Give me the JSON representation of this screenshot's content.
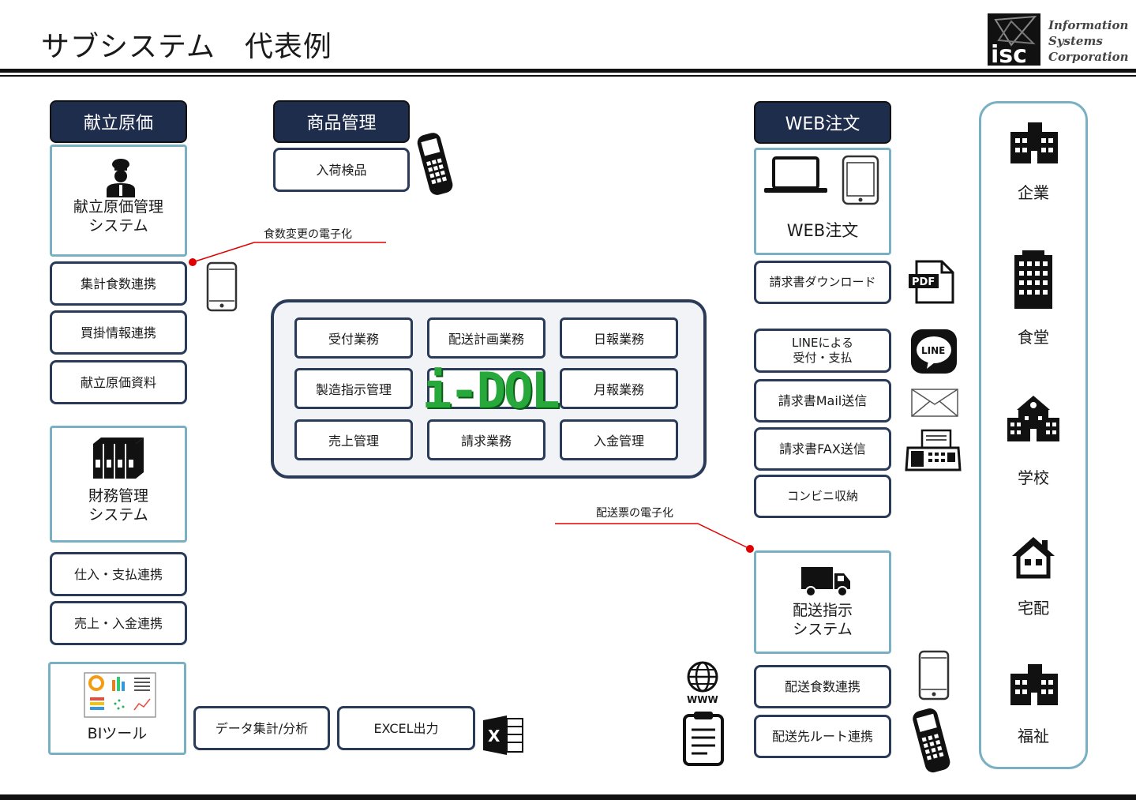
{
  "header": {
    "title": "サブシステム　代表例",
    "logo_lines": [
      "Information",
      "Systems",
      "Corporation"
    ],
    "logo_mark": "isc"
  },
  "kondate": {
    "header": "献立原価",
    "system_label": [
      "献立原価管理",
      "システム"
    ],
    "items": [
      "集計食数連携",
      "買掛情報連携",
      "献立原価資料"
    ]
  },
  "zaimu": {
    "system_label": [
      "財務管理",
      "システム"
    ],
    "items": [
      "仕入・支払連携",
      "売上・入金連携"
    ]
  },
  "bi": {
    "label": "BIツール",
    "items": [
      "データ集計/分析",
      "EXCEL出力"
    ]
  },
  "shohin": {
    "header": "商品管理",
    "items": [
      "入荷検品"
    ]
  },
  "core": {
    "logo": "i-DOL",
    "items": [
      "受付業務",
      "配送計画業務",
      "日報業務",
      "製造指示管理",
      "",
      "月報業務",
      "売上管理",
      "請求業務",
      "入金管理"
    ]
  },
  "web": {
    "header": "WEB注文",
    "panel_label": "WEB注文",
    "items": [
      "請求書ダウンロード",
      "LINEによる",
      "受付・支払",
      "請求書Mail送信",
      "請求書FAX送信",
      "コンビニ収納"
    ]
  },
  "haiso": {
    "system_label": [
      "配送指示",
      "システム"
    ],
    "items": [
      "配送食数連携",
      "配送先ルート連携"
    ]
  },
  "notes": {
    "shokusu": "食数変更の電子化",
    "haisohyo": "配送票の電子化"
  },
  "categories": [
    "企業",
    "食堂",
    "学校",
    "宅配",
    "福祉"
  ],
  "icons": {
    "pdf": "PDF",
    "line": "LINE",
    "www": "WWW",
    "excel": "X"
  },
  "colors": {
    "navy": "#1f2d4d",
    "border": "#2a3b59",
    "teal": "#7ab0c3",
    "green": "#27a83b",
    "red": "#e00000"
  }
}
